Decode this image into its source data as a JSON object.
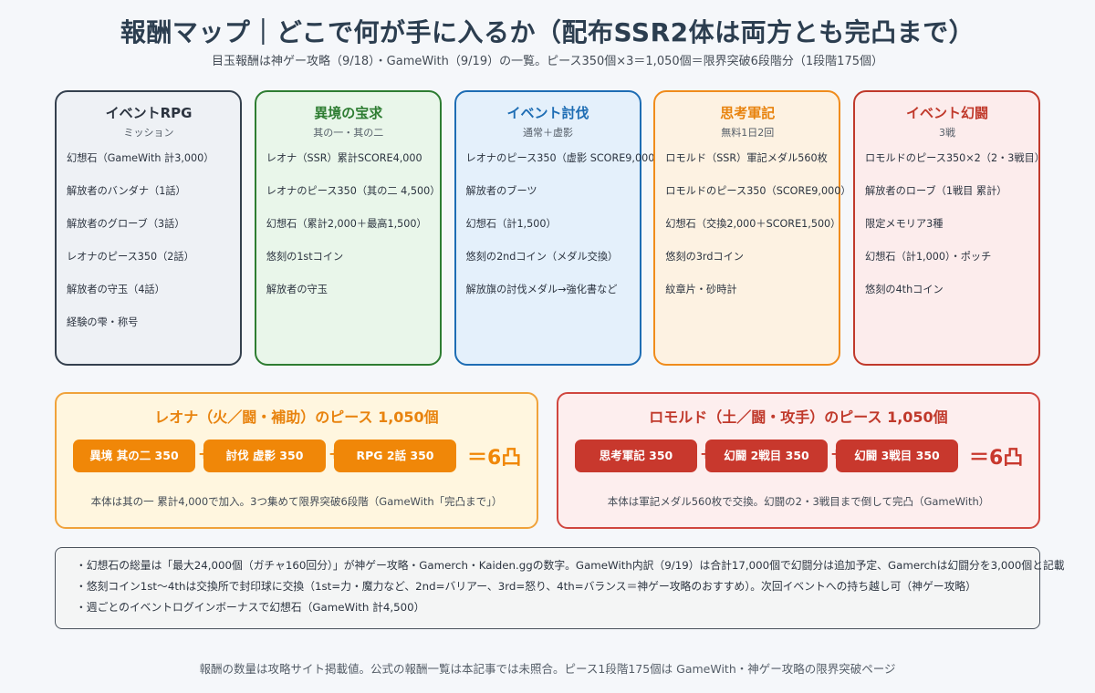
{
  "title": "報酬マップ｜どこで何が手に入るか（配布SSR2体は両方とも完凸まで）",
  "subtitle": "目玉報酬は神ゲー攻略（9/18）・GameWith（9/19）の一覧。ピース350個×3＝1,050個＝限界突破6段階分（1段階175個）",
  "sources": [
    {
      "title": "イベントRPG",
      "sub": "ミッション",
      "items": [
        "幻想石（GameWith 計3,000）",
        "解放者のバンダナ（1話）",
        "解放者のグローブ（3話）",
        "レオナのピース350（2話）",
        "解放者の守玉（4話）",
        "経験の雫・称号"
      ]
    },
    {
      "title": "異境の宝求",
      "sub": "其の一・其の二",
      "items": [
        "レオナ（SSR）累計SCORE4,000",
        "レオナのピース350（其の二 4,500）",
        "幻想石（累計2,000＋最高1,500）",
        "悠刻の1stコイン",
        "解放者の守玉"
      ]
    },
    {
      "title": "イベント討伐",
      "sub": "通常＋虚影",
      "items": [
        "レオナのピース350（虚影 SCORE9,000）",
        "解放者のブーツ",
        "幻想石（計1,500）",
        "悠刻の2ndコイン（メダル交換）",
        "解放旗の討伐メダル→強化書など"
      ]
    },
    {
      "title": "思考軍記",
      "sub": "無料1日2回",
      "items": [
        "ロモルド（SSR）軍記メダル560枚",
        "ロモルドのピース350（SCORE9,000）",
        "幻想石（交換2,000＋SCORE1,500）",
        "悠刻の3rdコイン",
        "紋章片・砂時計"
      ]
    },
    {
      "title": "イベント幻闘",
      "sub": "3戦",
      "items": [
        "ロモルドのピース350×2（2・3戦目）",
        "解放者のローブ（1戦目 累計）",
        "限定メモリア3種",
        "幻想石（計1,000）・ポッチ",
        "悠刻の4thコイン"
      ]
    }
  ],
  "pieces": {
    "leona": {
      "title": "レオナ（火／闘・補助）のピース 1,050個",
      "chips": [
        "異境 其の二 350",
        "討伐 虚影 350",
        "RPG 2話 350"
      ],
      "plus": "+",
      "result": "＝6凸",
      "note": "本体は其の一 累計4,000で加入。3つ集めて限界突破6段階（GameWith「完凸まで」）"
    },
    "romold": {
      "title": "ロモルド（土／闘・攻手）のピース 1,050個",
      "chips": [
        "思考軍記 350",
        "幻闘 2戦目 350",
        "幻闘 3戦目 350"
      ],
      "plus": "+",
      "result": "＝6凸",
      "note": "本体は軍記メダル560枚で交換。幻闘の2・3戦目まで倒して完凸（GameWith）"
    }
  },
  "notes": [
    "・幻想石の総量は「最大24,000個（ガチャ160回分）」が神ゲー攻略・Gamerch・Kaiden.ggの数字。GameWith内訳（9/19）は合計17,000個で幻闘分は追加予定、Gamerchは幻闘分を3,000個と記載",
    "・悠刻コイン1st〜4thは交換所で封印球に交換（1st=力・魔力など、2nd=バリアー、3rd=怒り、4th=バランス＝神ゲー攻略のおすすめ）。次回イベントへの持ち越し可（神ゲー攻略）",
    "・週ごとのイベントログインボーナスで幻想石（GameWith 計4,500）"
  ],
  "footer": "報酬の数量は攻略サイト掲載値。公式の報酬一覧は本記事では未照合。ピース1段階175個は GameWith・神ゲー攻略の限界突破ページ"
}
